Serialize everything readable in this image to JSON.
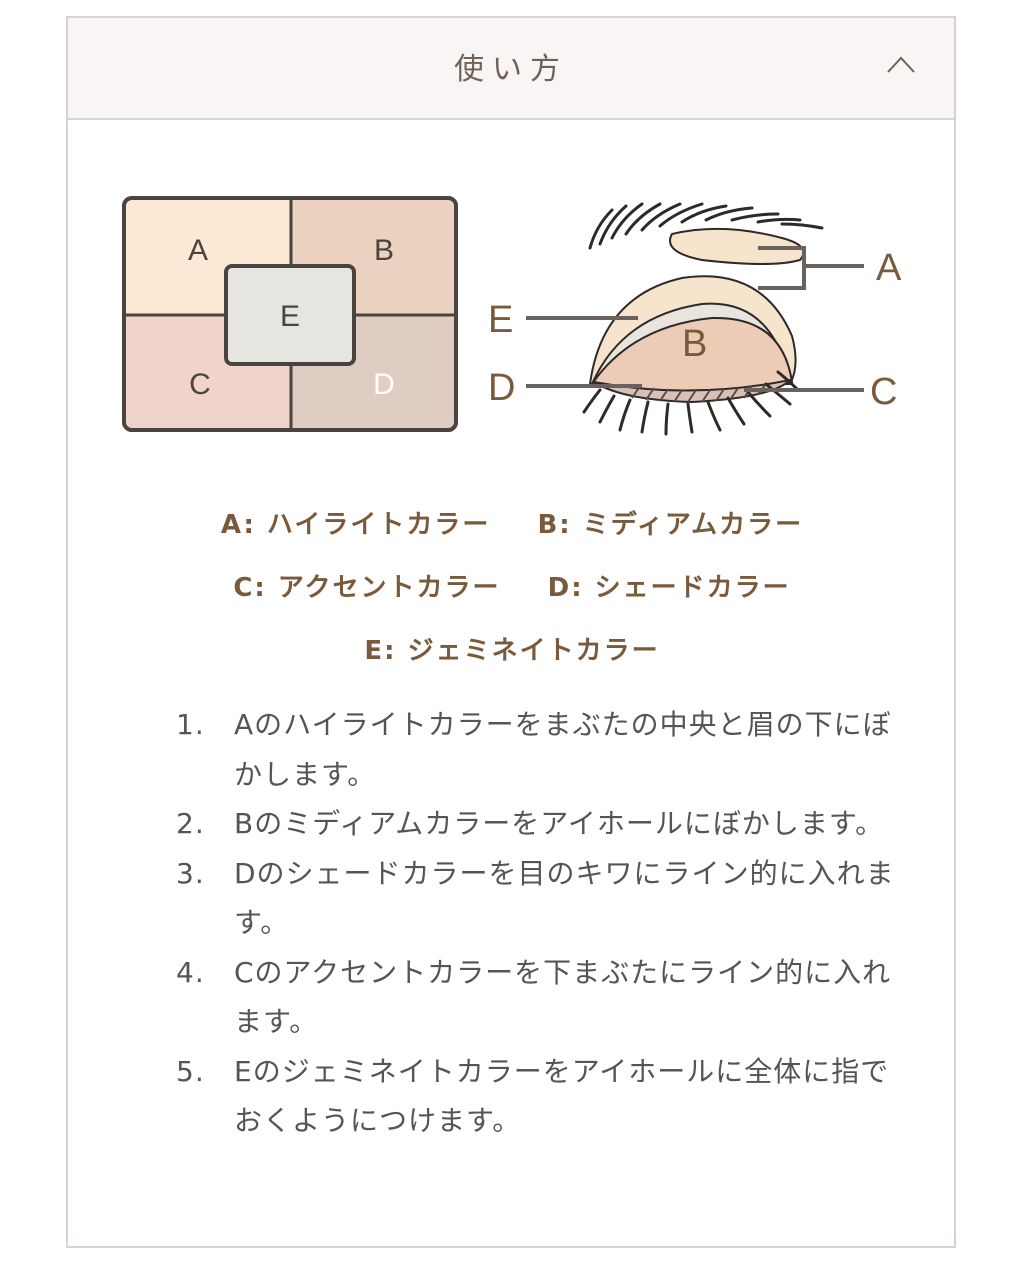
{
  "accordion": {
    "title": "使い方",
    "expanded": true,
    "toggle_icon": "chevron-up-icon"
  },
  "palette": {
    "cells": [
      {
        "label": "A",
        "color": "#fbe9d6"
      },
      {
        "label": "B",
        "color": "#ecd2c0"
      },
      {
        "label": "C",
        "color": "#f0d3c9"
      },
      {
        "label": "D",
        "color": "#dfcdc4"
      },
      {
        "label": "E",
        "color": "#e6e6e0"
      }
    ],
    "border_color": "#4a4440"
  },
  "eye_diagram": {
    "labels": {
      "A": "A",
      "B": "B",
      "C": "C",
      "D": "D",
      "E": "E"
    },
    "label_color": "#7a5a3c"
  },
  "legend": {
    "row1": [
      "A: ハイライトカラー",
      "B: ミディアムカラー"
    ],
    "row2": [
      "C: アクセントカラー",
      "D: シェードカラー"
    ],
    "row3": [
      "E: ジェミネイトカラー"
    ]
  },
  "steps": [
    {
      "num": "1.",
      "text": "Aのハイライトカラーをまぶたの中央と眉の下にぼかします。"
    },
    {
      "num": "2.",
      "text": "Bのミディアムカラーをアイホールにぼかします。"
    },
    {
      "num": "3.",
      "text": "Dのシェードカラーを目のキワにライン的に入れます。"
    },
    {
      "num": "4.",
      "text": "Cのアクセントカラーを下まぶたにライン的に入れます。"
    },
    {
      "num": "5.",
      "text": "Eのジェミネイトカラーをアイホールに全体に指でおくようにつけます。"
    }
  ]
}
